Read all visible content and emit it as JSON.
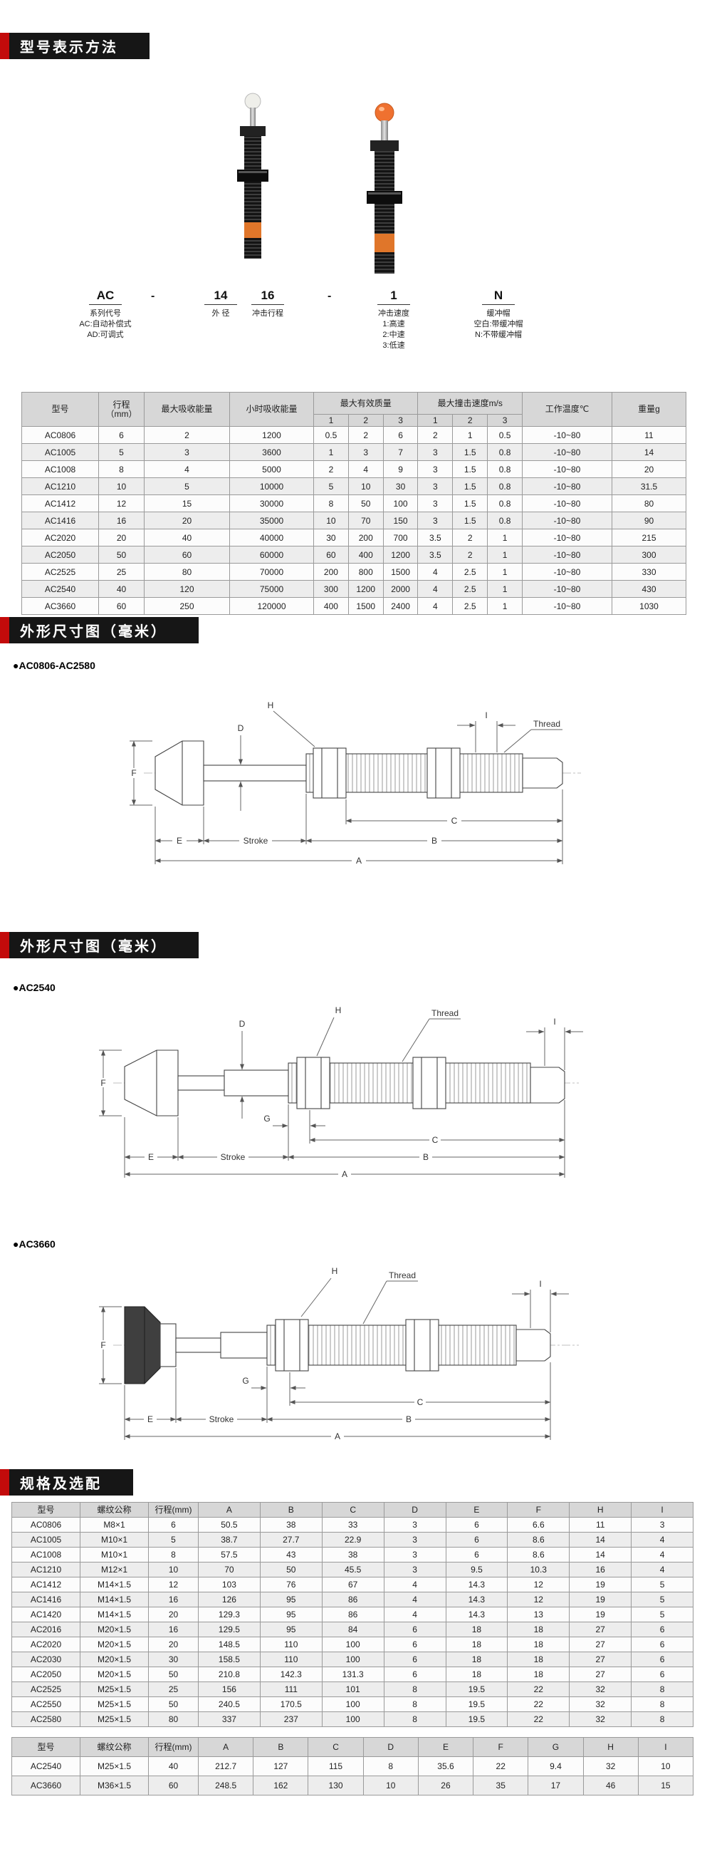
{
  "colors": {
    "accent_red": "#c30b0b",
    "bar_black": "#161616",
    "band_orange": "#e0762a"
  },
  "sections": {
    "s1_title": "型号表示方法",
    "s2_title": "外形尺寸图（毫米）",
    "s3_title": "外形尺寸图（毫米）",
    "s4_title": "规格及选配"
  },
  "group_labels": {
    "g1": "●AC0806-AC2580",
    "g2": "●AC2540",
    "g3": "●AC3660"
  },
  "model_code": {
    "series": {
      "code": "AC",
      "l1": "系列代号",
      "l2": "AC:自动补偿式",
      "l3": "AD:可调式"
    },
    "dash1": "-",
    "diameter": {
      "code": "14",
      "l1": "外 径"
    },
    "stroke": {
      "code": "16",
      "l1": "冲击行程"
    },
    "dash2": "-",
    "speed": {
      "code": "1",
      "l1": "冲击速度",
      "l2": "1:高速",
      "l3": "2:中速",
      "l4": "3:低速"
    },
    "cap": {
      "code": "N",
      "l1": "缓冲帽",
      "l2": "空白:带缓冲帽",
      "l3": "N:不带缓冲帽"
    }
  },
  "dims": {
    "A": "A",
    "B": "B",
    "C": "C",
    "D": "D",
    "E": "E",
    "F": "F",
    "G": "G",
    "H": "H",
    "I": "I",
    "thread": "Thread",
    "stroke": "Stroke"
  },
  "table1": {
    "headers": {
      "model": "型号",
      "stroke": "行程（mm）",
      "max_energy": "最大吸收能量",
      "hour_energy": "小时吸收能量",
      "max_mass": "最大有效质量",
      "max_speed": "最大撞击速度m/s",
      "temp": "工作温度℃",
      "weight": "重量g",
      "sub": [
        "1",
        "2",
        "3",
        "1",
        "2",
        "3"
      ]
    },
    "rows": [
      [
        "AC0806",
        "6",
        "2",
        "1200",
        "0.5",
        "2",
        "6",
        "2",
        "1",
        "0.5",
        "-10~80",
        "11"
      ],
      [
        "AC1005",
        "5",
        "3",
        "3600",
        "1",
        "3",
        "7",
        "3",
        "1.5",
        "0.8",
        "-10~80",
        "14"
      ],
      [
        "AC1008",
        "8",
        "4",
        "5000",
        "2",
        "4",
        "9",
        "3",
        "1.5",
        "0.8",
        "-10~80",
        "20"
      ],
      [
        "AC1210",
        "10",
        "5",
        "10000",
        "5",
        "10",
        "30",
        "3",
        "1.5",
        "0.8",
        "-10~80",
        "31.5"
      ],
      [
        "AC1412",
        "12",
        "15",
        "30000",
        "8",
        "50",
        "100",
        "3",
        "1.5",
        "0.8",
        "-10~80",
        "80"
      ],
      [
        "AC1416",
        "16",
        "20",
        "35000",
        "10",
        "70",
        "150",
        "3",
        "1.5",
        "0.8",
        "-10~80",
        "90"
      ],
      [
        "AC2020",
        "20",
        "40",
        "40000",
        "30",
        "200",
        "700",
        "3.5",
        "2",
        "1",
        "-10~80",
        "215"
      ],
      [
        "AC2050",
        "50",
        "60",
        "60000",
        "60",
        "400",
        "1200",
        "3.5",
        "2",
        "1",
        "-10~80",
        "300"
      ],
      [
        "AC2525",
        "25",
        "80",
        "70000",
        "200",
        "800",
        "1500",
        "4",
        "2.5",
        "1",
        "-10~80",
        "330"
      ],
      [
        "AC2540",
        "40",
        "120",
        "75000",
        "300",
        "1200",
        "2000",
        "4",
        "2.5",
        "1",
        "-10~80",
        "430"
      ],
      [
        "AC3660",
        "60",
        "250",
        "120000",
        "400",
        "1500",
        "2400",
        "4",
        "2.5",
        "1",
        "-10~80",
        "1030"
      ]
    ]
  },
  "table2": {
    "headers": [
      "型号",
      "螺纹公称",
      "行程(mm)",
      "A",
      "B",
      "C",
      "D",
      "E",
      "F",
      "H",
      "I"
    ],
    "rows": [
      [
        "AC0806",
        "M8×1",
        "6",
        "50.5",
        "38",
        "33",
        "3",
        "6",
        "6.6",
        "11",
        "3"
      ],
      [
        "AC1005",
        "M10×1",
        "5",
        "38.7",
        "27.7",
        "22.9",
        "3",
        "6",
        "8.6",
        "14",
        "4"
      ],
      [
        "AC1008",
        "M10×1",
        "8",
        "57.5",
        "43",
        "38",
        "3",
        "6",
        "8.6",
        "14",
        "4"
      ],
      [
        "AC1210",
        "M12×1",
        "10",
        "70",
        "50",
        "45.5",
        "3",
        "9.5",
        "10.3",
        "16",
        "4"
      ],
      [
        "AC1412",
        "M14×1.5",
        "12",
        "103",
        "76",
        "67",
        "4",
        "14.3",
        "12",
        "19",
        "5"
      ],
      [
        "AC1416",
        "M14×1.5",
        "16",
        "126",
        "95",
        "86",
        "4",
        "14.3",
        "12",
        "19",
        "5"
      ],
      [
        "AC1420",
        "M14×1.5",
        "20",
        "129.3",
        "95",
        "86",
        "4",
        "14.3",
        "13",
        "19",
        "5"
      ],
      [
        "AC2016",
        "M20×1.5",
        "16",
        "129.5",
        "95",
        "84",
        "6",
        "18",
        "18",
        "27",
        "6"
      ],
      [
        "AC2020",
        "M20×1.5",
        "20",
        "148.5",
        "110",
        "100",
        "6",
        "18",
        "18",
        "27",
        "6"
      ],
      [
        "AC2030",
        "M20×1.5",
        "30",
        "158.5",
        "110",
        "100",
        "6",
        "18",
        "18",
        "27",
        "6"
      ],
      [
        "AC2050",
        "M20×1.5",
        "50",
        "210.8",
        "142.3",
        "131.3",
        "6",
        "18",
        "18",
        "27",
        "6"
      ],
      [
        "AC2525",
        "M25×1.5",
        "25",
        "156",
        "111",
        "101",
        "8",
        "19.5",
        "22",
        "32",
        "8"
      ],
      [
        "AC2550",
        "M25×1.5",
        "50",
        "240.5",
        "170.5",
        "100",
        "8",
        "19.5",
        "22",
        "32",
        "8"
      ],
      [
        "AC2580",
        "M25×1.5",
        "80",
        "337",
        "237",
        "100",
        "8",
        "19.5",
        "22",
        "32",
        "8"
      ]
    ]
  },
  "table3": {
    "headers": [
      "型号",
      "螺纹公称",
      "行程(mm)",
      "A",
      "B",
      "C",
      "D",
      "E",
      "F",
      "G",
      "H",
      "I"
    ],
    "rows": [
      [
        "AC2540",
        "M25×1.5",
        "40",
        "212.7",
        "127",
        "115",
        "8",
        "35.6",
        "22",
        "9.4",
        "32",
        "10"
      ],
      [
        "AC3660",
        "M36×1.5",
        "60",
        "248.5",
        "162",
        "130",
        "10",
        "26",
        "35",
        "17",
        "46",
        "15"
      ]
    ]
  }
}
